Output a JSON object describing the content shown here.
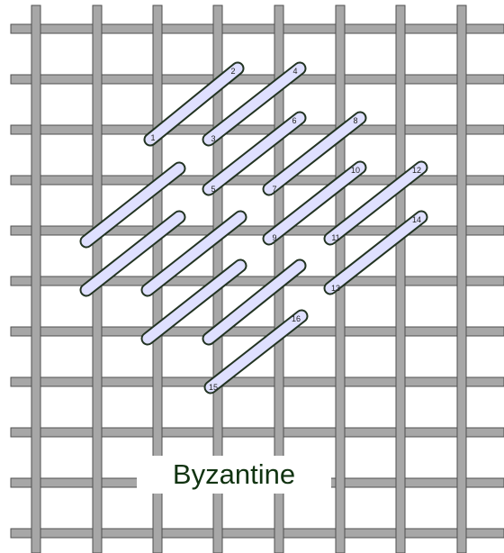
{
  "title": "Byzantine",
  "colors": {
    "background": "#ffffff",
    "thread_fill": "#a7a7a7",
    "thread_edge": "#4f4f4f",
    "stitch_fill": "#dfe0ff",
    "stitch_edge": "#223322",
    "title_text": "#113311"
  },
  "stitch_numbers": [
    "1",
    "2",
    "3",
    "4",
    "5",
    "6",
    "7",
    "8",
    "9",
    "10",
    "11",
    "12",
    "13",
    "14",
    "15",
    "16"
  ]
}
